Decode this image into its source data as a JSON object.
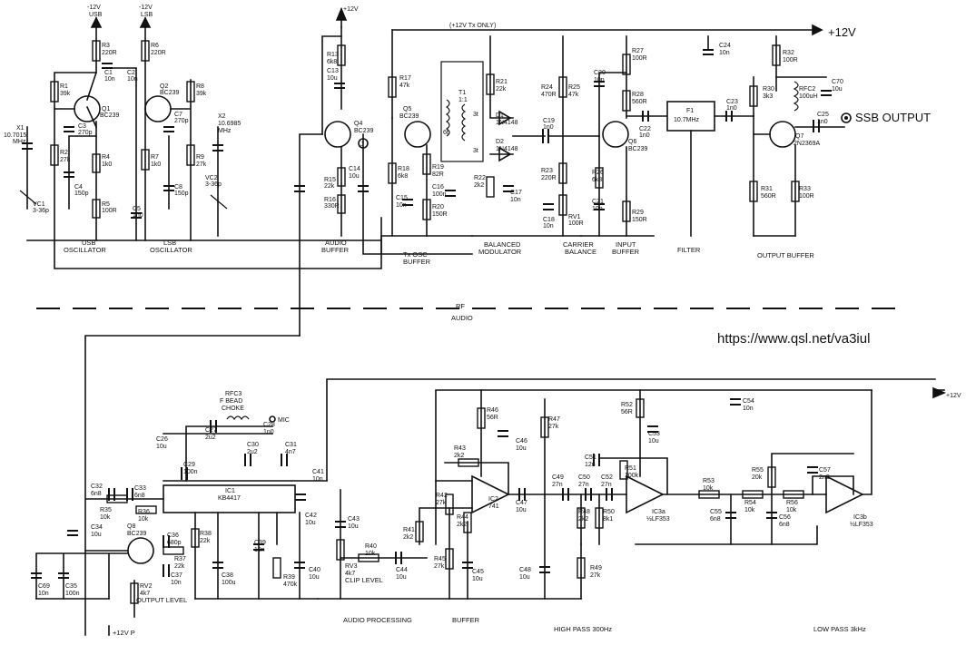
{
  "top": {
    "supply_usb": "-12V",
    "supply_usb2": "USB",
    "supply_lsb": "-12V",
    "supply_lsb2": "LSB",
    "supply_main": "+12V",
    "tx_only": "(+12V Tx ONLY)",
    "supply_right": "+12V",
    "ssb_output": "SSB OUTPUT",
    "r3": "R3",
    "r3v": "220R",
    "r6": "R6",
    "r6v": "220R",
    "c1": "C1",
    "c1v": "10n",
    "c2": "C2",
    "c2v": "10n",
    "r1": "R1",
    "r1v": "39k",
    "q1": "Q1",
    "q1v": "BC239",
    "q2": "Q2",
    "q2v": "BC239",
    "r8": "R8",
    "r8v": "39k",
    "c3": "C3",
    "c3v": "270p",
    "c7": "C7",
    "c7v": "270p",
    "x1": "X1",
    "x1v": "10.7015",
    "x1u": "MHz",
    "x2": "X2",
    "x2v": "10.6985",
    "x2u": "MHz",
    "r2": "R2",
    "r2v": "27k",
    "r4": "R4",
    "r4v": "1k0",
    "r7": "R7",
    "r7v": "1k0",
    "r9": "R9",
    "r9v": "27k",
    "vc2": "VC2",
    "vc2v": "3-36p",
    "c4": "C4",
    "c4v": "150p",
    "c8": "C8",
    "c8v": "150p",
    "vc1": "VC1",
    "vc1v": "3-36p",
    "r5": "R5",
    "r5v": "100R",
    "c5": "C5",
    "c5v": "1n0",
    "usb_osc": "USB",
    "usb_osc2": "OSCILLATOR",
    "lsb_osc": "LSB",
    "lsb_osc2": "OSCILLATOR",
    "r13": "R13",
    "r13v": "6k8",
    "c13": "C13",
    "c13v": "10u",
    "q4": "Q4",
    "q4v": "BC239",
    "j": "J",
    "c14": "C14",
    "c14v": "10u",
    "r15": "R15",
    "r15v": "22k",
    "r16": "R16",
    "r16v": "330R",
    "audio_buffer": "AUDIO",
    "audio_buffer2": "BUFFER",
    "r17": "R17",
    "r17v": "47k",
    "q5": "Q5",
    "q5v": "BC239",
    "t1": "T1",
    "t1v": "1:1",
    "t1a": "3t",
    "t1b": "6t",
    "t1c": "3t",
    "r21": "R21",
    "r21v": "22k",
    "d1": "D1",
    "d1v": "1N4148",
    "d2": "D2",
    "d2v": "1N4148",
    "r18": "R18",
    "r18v": "6k8",
    "r19": "R19",
    "r19v": "82R",
    "c16": "C16",
    "c16v": "100n",
    "c15": "C15",
    "c15v": "10n",
    "r20": "R20",
    "r20v": "150R",
    "r22": "R22",
    "r22v": "2k2",
    "c17": "C17",
    "c17v": "10n",
    "tx_osc": "Tx OSC",
    "tx_osc2": "BUFFER",
    "bal_mod": "BALANCED",
    "bal_mod2": "MODULATOR",
    "r24": "R24",
    "r24v": "470R",
    "r25": "R25",
    "r25v": "47k",
    "c19": "C19",
    "c19v": "1n0",
    "r23": "R23",
    "r23v": "220R",
    "c18": "C18",
    "c18v": "10n",
    "rv1": "RV1",
    "rv1v": "100R",
    "carrier": "CARRIER",
    "carrier2": "BALANCE",
    "c20": "C20",
    "c20v": "10n",
    "r27": "R27",
    "r27v": "100R",
    "r28": "R28",
    "r28v": "560R",
    "c22": "C22",
    "c22v": "1n0",
    "q6": "Q6",
    "q6v": "BC239",
    "r26": "R26",
    "r26v": "6k8",
    "c21": "C21",
    "c21v": "10n",
    "r29": "R29",
    "r29v": "150R",
    "input_buffer": "INPUT",
    "input_buffer2": "BUFFER",
    "c24": "C24",
    "c24v": "10n",
    "f1": "F1",
    "f1v": "10.7MHz",
    "filter": "FILTER",
    "c23": "C23",
    "c23v": "1n0",
    "r32": "R32",
    "r32v": "100R",
    "r30": "R30",
    "r30v": "3k3",
    "rfc2": "RFC2",
    "rfc2v": "100uH",
    "c70": "C70",
    "c70v": "10u",
    "c25": "C25",
    "c25v": "1n0",
    "q7": "Q7",
    "q7v": "2N2369A",
    "r31": "R31",
    "r31v": "560R",
    "r33": "R33",
    "r33v": "100R",
    "output_buffer": "OUTPUT BUFFER",
    "rf": "RF",
    "audio": "AUDIO",
    "url": "https://www.qsl.net/va3iul"
  },
  "bottom": {
    "supply": "+12V",
    "rfc3": "RFC3",
    "rfc3a": "F BEAD",
    "rfc3b": "CHOKE",
    "mic": "MIC",
    "c27": "C27",
    "c27v": "2u2",
    "c28": "C28",
    "c28v": "1n0",
    "c26": "C26",
    "c26v": "10u",
    "c29": "C29",
    "c29v": "100n",
    "c30": "C30",
    "c30v": "2u2",
    "c31": "C31",
    "c31v": "4n7",
    "c41": "C41",
    "c41v": "10n",
    "c32": "C32",
    "c32v": "6n8",
    "c33": "C33",
    "c33v": "6n8",
    "ic1": "IC1",
    "ic1v": "KB4417",
    "r35": "R35",
    "r35v": "10k",
    "r36": "R36",
    "r36v": "10k",
    "c42": "C42",
    "c42v": "10u",
    "c43": "C43",
    "c43v": "10u",
    "c34": "C34",
    "c34v": "10u",
    "q8": "Q8",
    "q8v": "BC239",
    "c36": "C36",
    "c36v": "680p",
    "r38": "R38",
    "r38v": "22k",
    "c39": "C39",
    "c39v": "10n",
    "r37": "R37",
    "r37v": "22k",
    "c37": "C37",
    "c37v": "10n",
    "c38": "C38",
    "c38v": "100u",
    "r39": "R39",
    "r39v": "470k",
    "c40": "C40",
    "c40v": "10u",
    "rv3": "RV3",
    "rv3v": "4k7",
    "clip": "CLIP LEVEL",
    "r40": "R40",
    "r40v": "10k",
    "c44": "C44",
    "c44v": "10u",
    "c69": "C69",
    "c69v": "10n",
    "c35": "C35",
    "c35v": "100n",
    "rv2": "RV2",
    "rv2v": "4k7",
    "output_level": "OUTPUT LEVEL",
    "supply_p": "+12V P",
    "audio_processing": "AUDIO PROCESSING",
    "r46": "R46",
    "r46v": "56R",
    "c46": "C46",
    "c46v": "10u",
    "r43": "R43",
    "r43v": "2k2",
    "r42": "R42",
    "r42v": "27k",
    "ic2": "IC2",
    "ic2v": "741",
    "r44": "R44",
    "r44v": "2k2",
    "r41": "R41",
    "r41v": "2k2",
    "r45": "R45",
    "r45v": "27k",
    "c45": "C45",
    "c45v": "10u",
    "buffer": "BUFFER",
    "c47": "C47",
    "c47v": "10u",
    "r47": "R47",
    "r47v": "27k",
    "c49": "C49",
    "c49v": "27n",
    "c50": "C50",
    "c50v": "27n",
    "c52": "C52",
    "c52v": "27n",
    "c51": "C51",
    "c51v": "12n",
    "r51": "R51",
    "r51v": "100k",
    "r52": "R52",
    "r52v": "56R",
    "c53": "C53",
    "c53v": "10u",
    "c54": "C54",
    "c54v": "10n",
    "r48": "R48",
    "r48v": "2k2",
    "r50": "R50",
    "r50v": "8k1",
    "ic3a": "IC3a",
    "ic3av": "½LF353",
    "c48": "C48",
    "c48v": "10u",
    "r49": "R49",
    "r49v": "27k",
    "highpass": "HIGH PASS 300Hz",
    "r53": "R53",
    "r53v": "10k",
    "r54": "R54",
    "r54v": "10k",
    "c55": "C55",
    "c55v": "6n8",
    "r55": "R55",
    "r55v": "20k",
    "r56": "R56",
    "r56v": "10k",
    "c56": "C56",
    "c56v": "6n8",
    "c57": "C57",
    "c57v": "2n2",
    "ic3b": "IC3b",
    "ic3bv": "½LF353",
    "lowpass": "LOW PASS 3kHz"
  }
}
